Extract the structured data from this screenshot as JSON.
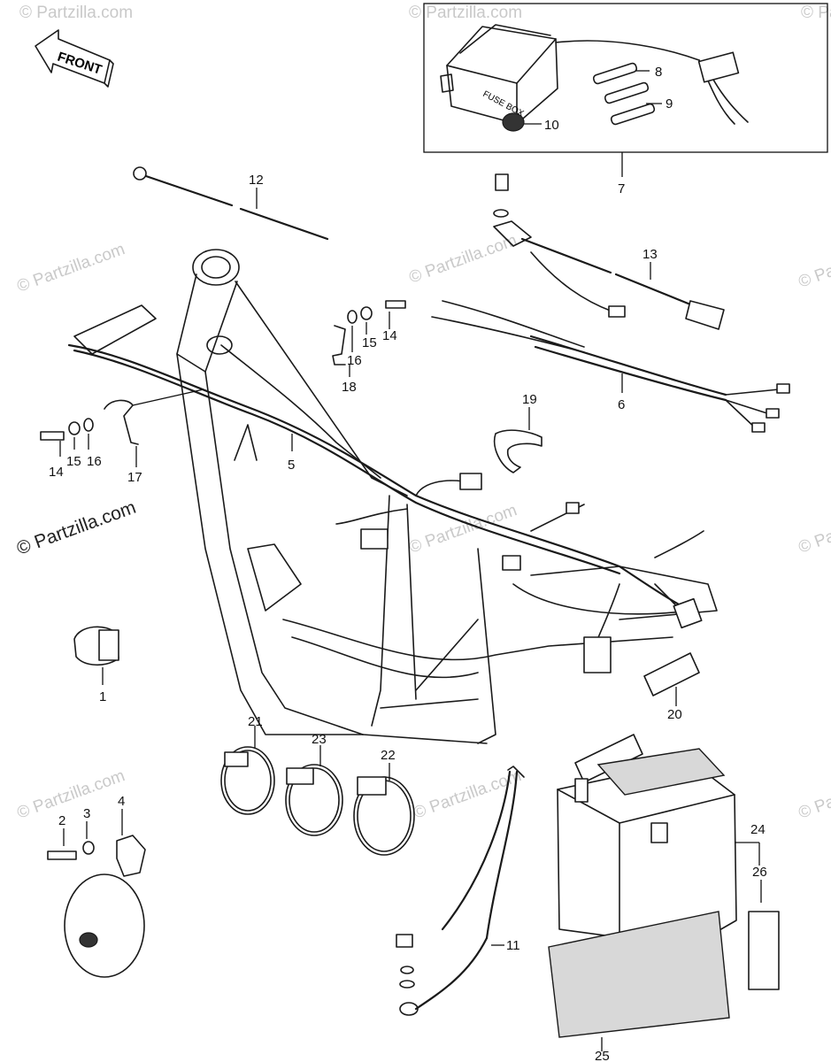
{
  "watermarks": {
    "main": "© Partzilla.com",
    "faint": "© Partzilla.com"
  },
  "front_arrow": {
    "text": "FRONT"
  },
  "fuse_box_text": "FUSE BOX",
  "labels": {
    "p1": "1",
    "p2": "2",
    "p3": "3",
    "p4": "4",
    "p5": "5",
    "p6": "6",
    "p7": "7",
    "p8": "8",
    "p9": "9",
    "p10": "10",
    "p11": "11",
    "p12": "12",
    "p13": "13",
    "p14a": "14",
    "p15a": "15",
    "p16a": "16",
    "p17": "17",
    "p14b": "14",
    "p15b": "15",
    "p16b": "16",
    "p18": "18",
    "p19": "19",
    "p20": "20",
    "p21": "21",
    "p22": "22",
    "p23": "23",
    "p24": "24",
    "p25": "25",
    "p26": "26"
  },
  "colors": {
    "line": "#1a1a1a",
    "watermark": "#c9c9c9",
    "background": "#ffffff"
  }
}
